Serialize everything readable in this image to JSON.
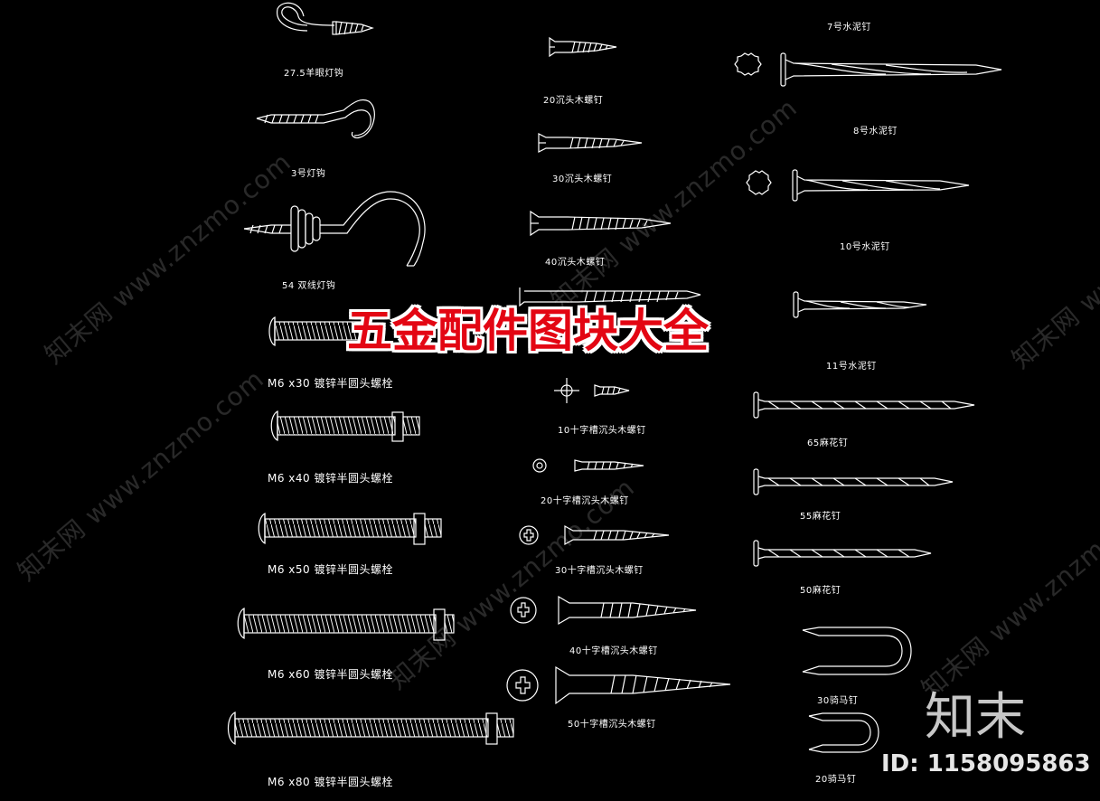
{
  "title": "五金配件图块大全",
  "brand": "知末",
  "id_text": "ID: 1158095863",
  "watermarks": [
    "知末网 www.znzmo.com",
    "知末网 www.znzmo.com",
    "知末网 www.znzmo.com",
    "知末网 www.znzmo.com",
    "知末网 www.znzmo.com",
    "知末网 www.znzmo.com"
  ],
  "labels": {
    "hook_27_5": "27.5羊眼灯钩",
    "hook_3": "3号灯钩",
    "hook_54": "54 双线灯钩",
    "bolt_m6x30": "M6 x30 镀锌半圆头螺栓",
    "bolt_m6x40": "M6 x40 镀锌半圆头螺栓",
    "bolt_m6x50": "M6 x50 镀锌半圆头螺栓",
    "bolt_m6x60": "M6 x60 镀锌半圆头螺栓",
    "bolt_m6x80": "M6 x80 镀锌半圆头螺栓",
    "screw_20": "20沉头木螺钉",
    "screw_30": "30沉头木螺钉",
    "screw_40": "40沉头木螺钉",
    "cross_10": "10十字槽沉头木螺钉",
    "cross_20": "20十字槽沉头木螺钉",
    "cross_30": "30十字槽沉头木螺钉",
    "cross_40": "40十字槽沉头木螺钉",
    "cross_50": "50十字槽沉头木螺钉",
    "nail_7": "7号水泥钉",
    "nail_8": "8号水泥钉",
    "nail_10": "10号水泥钉",
    "nail_11": "11号水泥钉",
    "nail_65": "65麻花钉",
    "nail_55": "55麻花钉",
    "nail_50": "50麻花钉",
    "staple_30": "30骑马钉",
    "staple_20": "20骑马钉"
  },
  "colors": {
    "background": "#000000",
    "line": "#ffffff",
    "title_red": "#e30613"
  }
}
